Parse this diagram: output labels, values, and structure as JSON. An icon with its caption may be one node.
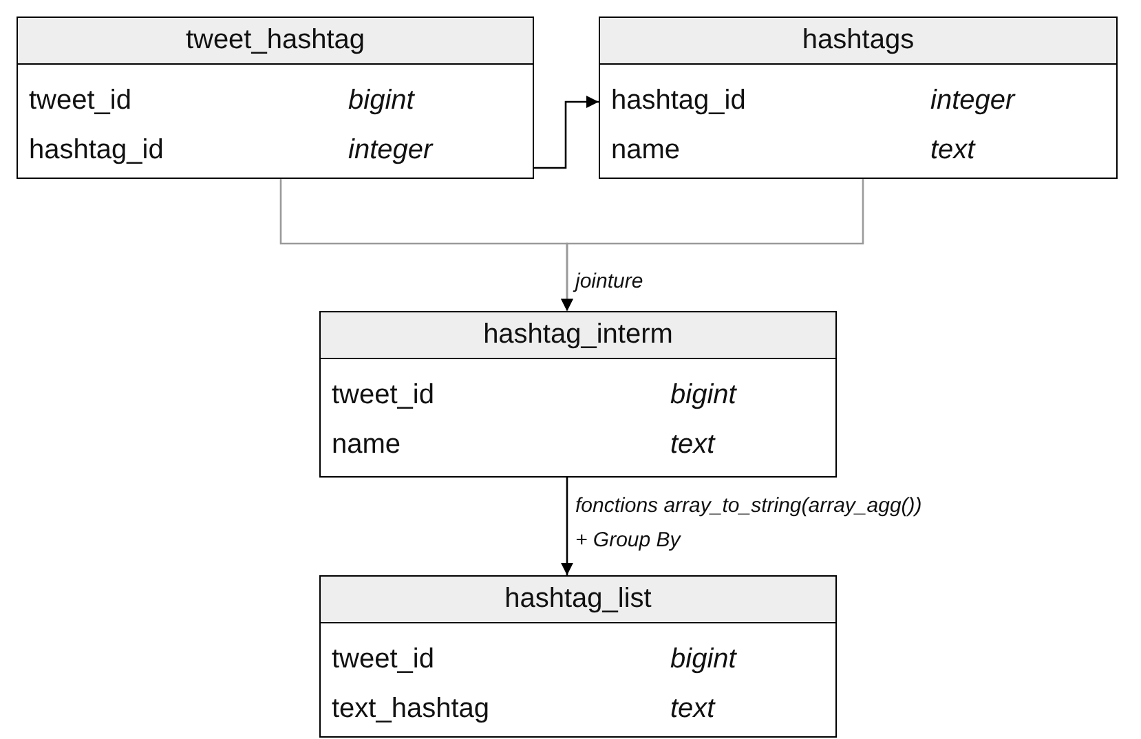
{
  "diagram": {
    "nodes": [
      {
        "text": [
          "tweet_hashtag",
          "tweet_id",
          "bigint",
          "hashtag_id",
          "integer"
        ]
      },
      {
        "text": [
          "hashtags",
          "hashtag_id",
          "integer",
          "name",
          "text"
        ]
      },
      {
        "text": [
          "hashtag_interm",
          "tweet_id",
          "bigint",
          "name",
          "text"
        ]
      },
      {
        "text": [
          "hashtag_list",
          "tweet_id",
          "bigint",
          "text_hashtag",
          "text"
        ]
      }
    ],
    "edges": [
      {
        "from": 0,
        "to": 1,
        "arrow": "to",
        "color": "#000000"
      },
      {
        "from": 0,
        "to": 2,
        "arrow": "to",
        "label": "jointure",
        "color": "#9a9a9a"
      },
      {
        "from": 1,
        "to": 2,
        "arrow": "to",
        "color": "#9a9a9a"
      },
      {
        "from": 2,
        "to": 3,
        "arrow": "to",
        "label": "fonctions array_to_string(array_agg()) + Group By",
        "color": "#000000"
      }
    ]
  }
}
